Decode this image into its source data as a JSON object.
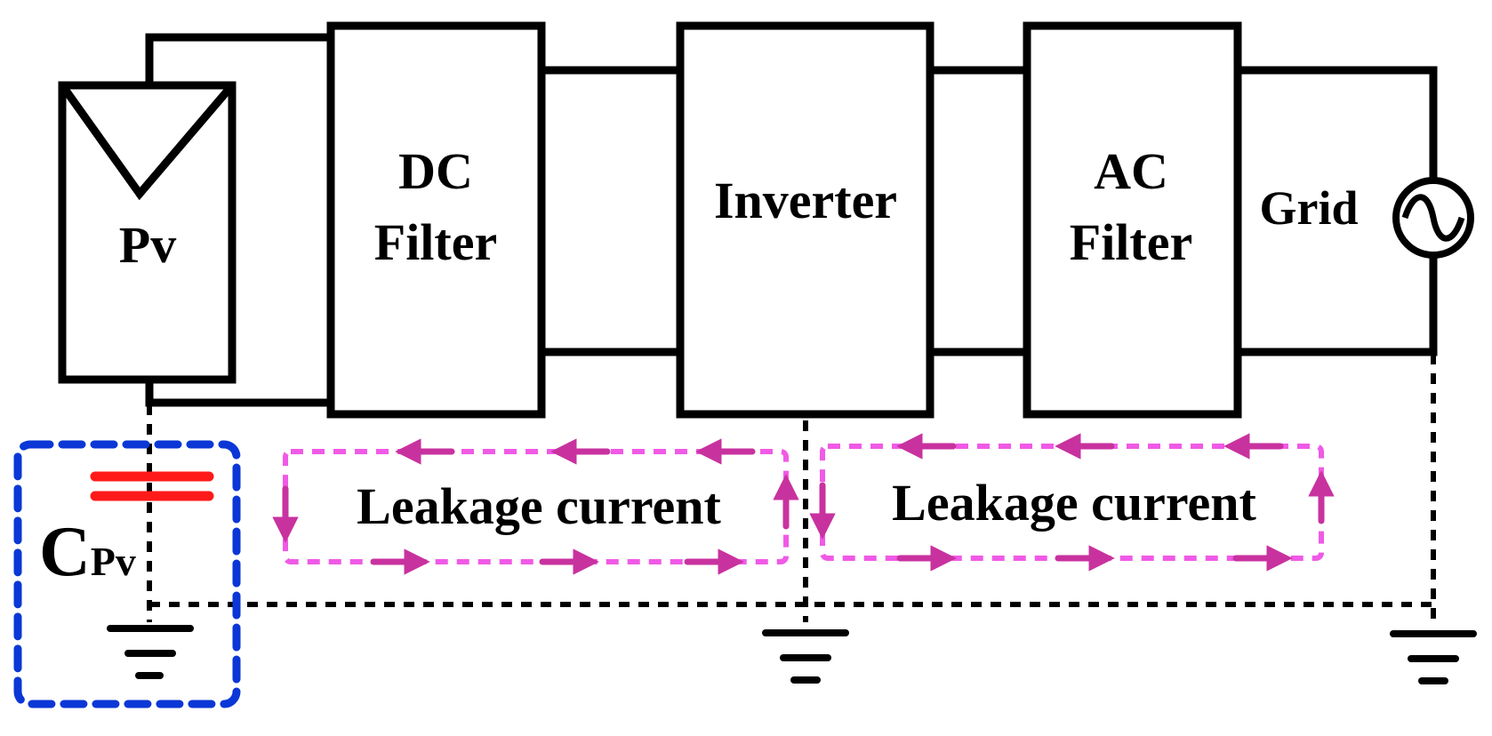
{
  "blocks": {
    "pv": "Pv",
    "dc_filter_line1": "DC",
    "dc_filter_line2": "Filter",
    "inverter": "Inverter",
    "ac_filter_line1": "AC",
    "ac_filter_line2": "Filter",
    "grid": "Grid"
  },
  "capacitor": {
    "symbol": "C",
    "subscript": "Pv"
  },
  "leakage": {
    "left_label": "Leakage current",
    "right_label": "Leakage current"
  },
  "colors": {
    "wire": "#000000",
    "capacitor_plates": "#ff1a1a",
    "capacitor_box": "#0a37d6",
    "leakage_loop": "#f05ae6",
    "leakage_arrows": "#c8329f"
  },
  "icons": {
    "pv": "pv-panel-icon",
    "grid_source": "ac-source-icon",
    "ground": "ground-icon"
  }
}
